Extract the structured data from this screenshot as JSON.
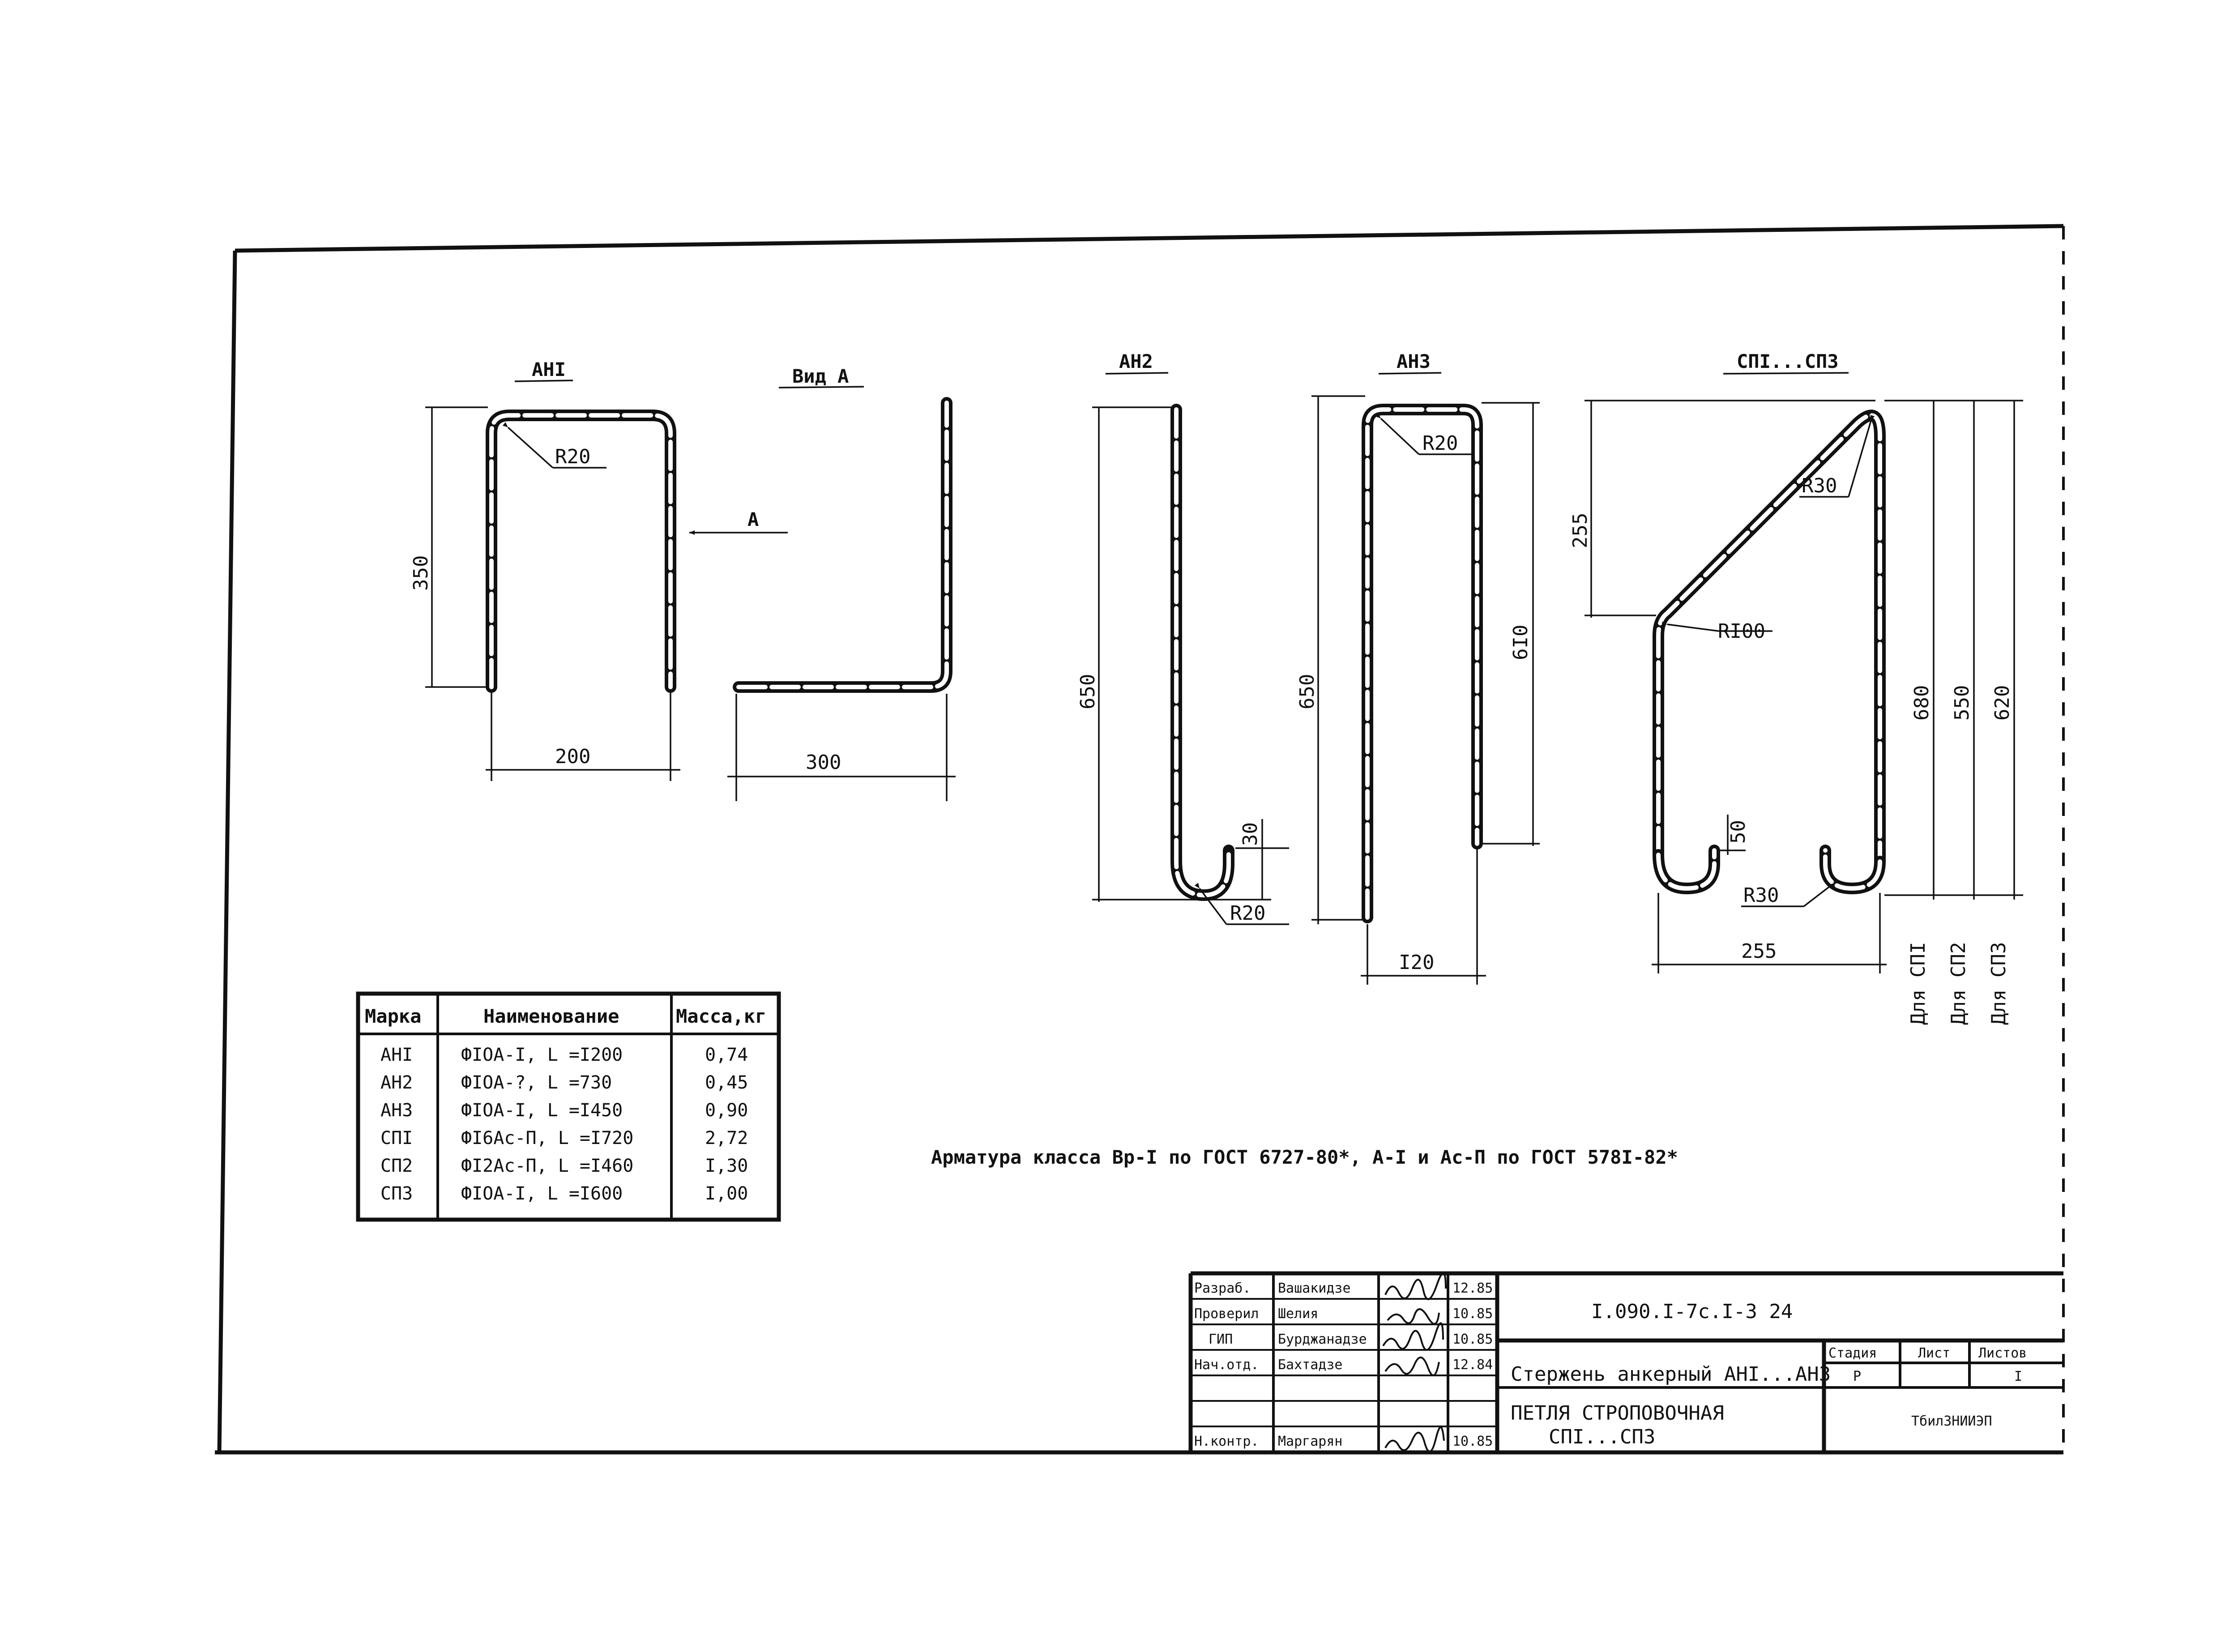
{
  "views": {
    "an1": {
      "title": "АНI",
      "dims": {
        "height": "350",
        "width": "200",
        "radius": "R20"
      }
    },
    "view_a": {
      "title": "Вид А",
      "arrow_label": "А",
      "dims": {
        "length": "300"
      }
    },
    "an2": {
      "title": "АН2",
      "dims": {
        "height": "650",
        "hook": "30",
        "radius": "R20"
      }
    },
    "an3": {
      "title": "АН3",
      "dims": {
        "height_left": "650",
        "height_right": "6I0",
        "width": "I20",
        "radius": "R20"
      }
    },
    "sp": {
      "title": "СПI...СП3",
      "dims": {
        "top": "255",
        "bottom": "255",
        "hook": "50",
        "r_top": "R30",
        "r_mid": "RI00",
        "r_bottom": "R30",
        "h1": "680",
        "h2": "550",
        "h3": "620"
      },
      "for_labels": [
        "Для СПI",
        "Для СП2",
        "Для СП3"
      ]
    }
  },
  "spec_table": {
    "headers": [
      "Марка",
      "Наименование",
      "Масса,кг"
    ],
    "rows": [
      {
        "mark": "АНI",
        "name": "ФIОА-I, L =I200",
        "mass": "0,74"
      },
      {
        "mark": "АН2",
        "name": "ФIОА-?, L =730",
        "mass": "0,45"
      },
      {
        "mark": "АН3",
        "name": "ФIОА-I, L =I450",
        "mass": "0,90"
      },
      {
        "mark": "СПI",
        "name": "ФI6Ас-П, L =I720",
        "mass": "2,72"
      },
      {
        "mark": "СП2",
        "name": "ФI2Ас-П, L =I460",
        "mass": "I,30"
      },
      {
        "mark": "СП3",
        "name": "ФIОА-I, L =I600",
        "mass": "I,00"
      }
    ]
  },
  "note": "Арматура класса Вр-I по ГОСТ 6727-80*, А-I и Ас-П по ГОСТ 578I-82*",
  "title_block": {
    "doc_code": "I.090.I-7с.I-3 24",
    "sheet_title_1": "Стержень анкерный АНI...АН3",
    "sheet_title_2": "ПЕТЛЯ СТРОПОВОЧНАЯ",
    "sheet_title_3": "СПI...СП3",
    "col_stage": "Стадия",
    "col_sheet": "Лист",
    "col_sheets": "Листов",
    "stage": "Р",
    "sheets_count": "I",
    "org": "ТбилЗНИИЭП",
    "people": [
      {
        "role": "Разраб.",
        "name": "Вашакидзе",
        "date": "12.85"
      },
      {
        "role": "Проверил",
        "name": "Шелия",
        "date": "10.85"
      },
      {
        "role": "ГИП",
        "name": "Бурджанадзе",
        "date": "10.85"
      },
      {
        "role": "Нач.отд.",
        "name": "Бахтадзе",
        "date": "12.84"
      },
      {
        "role": "",
        "name": "",
        "date": ""
      },
      {
        "role": "",
        "name": "",
        "date": ""
      },
      {
        "role": "Н.контр.",
        "name": "Маргарян",
        "date": "10.85"
      }
    ]
  }
}
